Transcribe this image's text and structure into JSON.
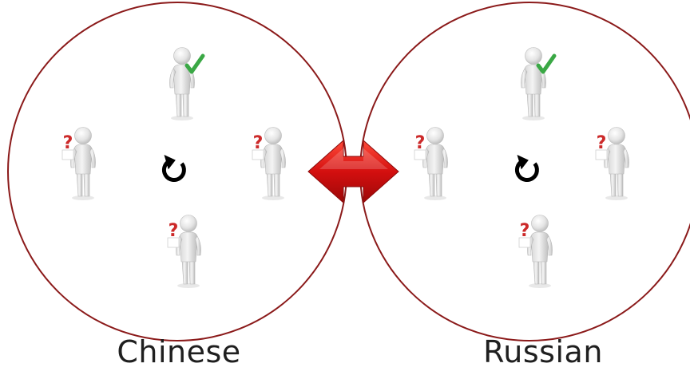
{
  "groups": [
    {
      "label": "Chinese",
      "figures": [
        {
          "role": "confirmed",
          "mark": "check"
        },
        {
          "role": "uncertain",
          "mark": "?"
        },
        {
          "role": "uncertain",
          "mark": "?"
        },
        {
          "role": "uncertain",
          "mark": "?"
        }
      ],
      "center_icon": "rotate-arrow-icon"
    },
    {
      "label": "Russian",
      "figures": [
        {
          "role": "confirmed",
          "mark": "check"
        },
        {
          "role": "uncertain",
          "mark": "?"
        },
        {
          "role": "uncertain",
          "mark": "?"
        },
        {
          "role": "uncertain",
          "mark": "?"
        }
      ],
      "center_icon": "rotate-arrow-icon"
    }
  ],
  "connector": {
    "icon": "double-headed-arrow-icon",
    "meaning": "exchange"
  },
  "colors": {
    "circle_border": "#8b1a1a",
    "arrow_fill": "#d40f0f",
    "check": "#3aa845",
    "question_mark": "#cc2a2a",
    "rotate_icon": "#000000",
    "caption_text": "#1f1f1f"
  }
}
